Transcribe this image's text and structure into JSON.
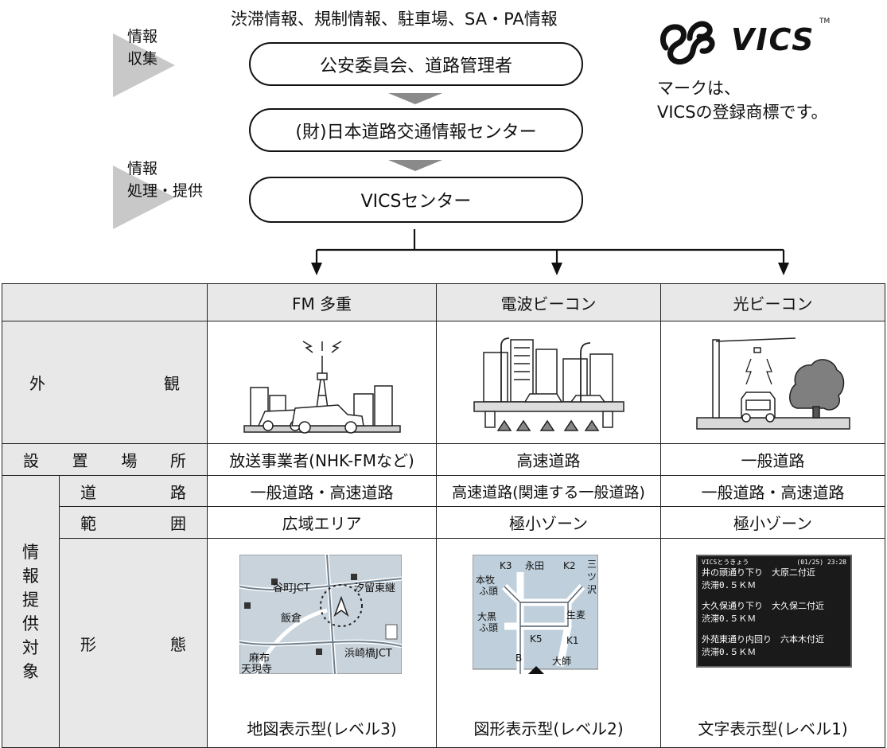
{
  "top": {
    "info_types": "渋滞情報、規制情報、駐車場、SA・PA情報",
    "stage1_label_line1": "情報",
    "stage1_label_line2": "収集",
    "stage2_label_line1": "情報",
    "stage2_label_line2": "処理・提供",
    "box1": "公安委員会、道路管理者",
    "box2": "(財)日本道路交通情報センター",
    "box3": "VICSセンター"
  },
  "logo": {
    "text": "VICS",
    "tm": "TM",
    "note_line1": "マークは、",
    "note_line2": "VICSの登録商標です。"
  },
  "table": {
    "columns": [
      "FM 多重",
      "電波ビーコン",
      "光ビーコン"
    ],
    "appearance_label": [
      "外",
      "観"
    ],
    "location_label": [
      "設",
      "置",
      "場",
      "所"
    ],
    "location_values": [
      "放送事業者(NHK-FMなど)",
      "高速道路",
      "一般道路"
    ],
    "target_label": [
      "情",
      "報",
      "提",
      "供",
      "対",
      "象"
    ],
    "road_label": [
      "道",
      "路"
    ],
    "road_values": [
      "一般道路・高速道路",
      "高速道路(関連する一般道路)",
      "一般道路・高速道路"
    ],
    "range_label": [
      "範",
      "囲"
    ],
    "range_values": [
      "広域エリア",
      "極小ゾーン",
      "極小ゾーン"
    ],
    "form_label": [
      "形",
      "態"
    ],
    "form_values": [
      "地図表示型(レベル3)",
      "図形表示型(レベル2)",
      "文字表示型(レベル1)"
    ]
  },
  "map_thumb": {
    "labels": [
      "谷町JCT",
      "汐留東継",
      "飯倉",
      "麻布",
      "浜崎橋JCT",
      "天現寺"
    ]
  },
  "figure_thumb": {
    "labels": [
      "K3",
      "永田",
      "K2",
      "三",
      "ツ",
      "沢",
      "本牧",
      "ふ頭",
      "大黒",
      "ふ頭",
      "生麦",
      "K5",
      "K1",
      "B",
      "大師"
    ]
  },
  "text_thumb": {
    "header_left": "VICSとうきょう",
    "header_right": "(01/25) 23:28",
    "lines": [
      "井の頭通り下り　大原二付近",
      "渋滞0.５ＫＭ",
      "大久保通り下り　大久保二付近",
      "渋滞0.５ＫＭ",
      "外苑東通り内回り　六本木付近",
      "渋滞0.５ＫＭ"
    ]
  }
}
